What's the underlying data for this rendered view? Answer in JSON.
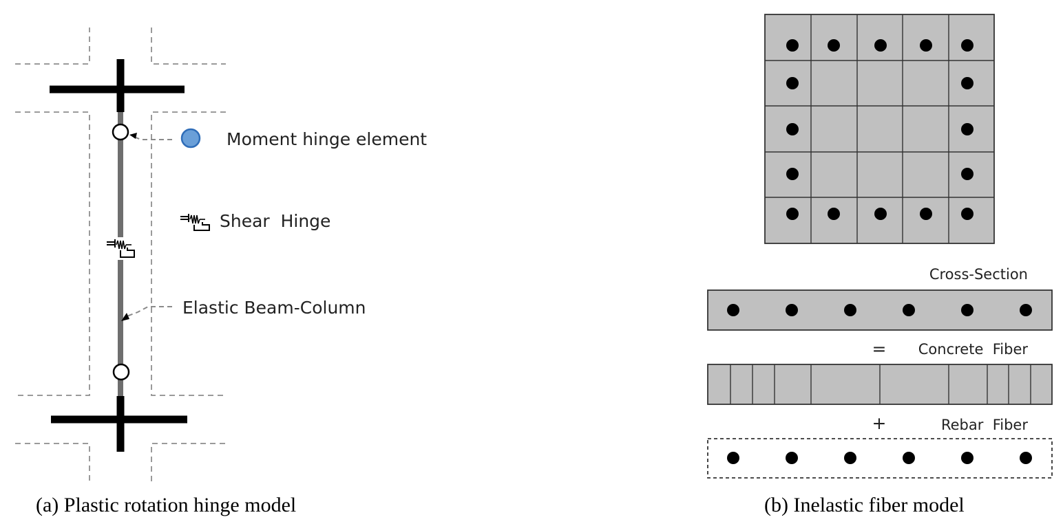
{
  "panel_a": {
    "legend_moment": "Moment hinge element",
    "legend_shear": "Shear  Hinge",
    "label_elastic": "Elastic Beam-Column",
    "caption": "(a) Plastic rotation hinge model",
    "colors": {
      "moment_legend_fill": "#6a9fd8",
      "moment_legend_stroke": "#2f6db8",
      "column": "#6e6e6e"
    }
  },
  "panel_b": {
    "label_cross_section": "Cross-Section",
    "symbol_equals": "=",
    "label_concrete": "Concrete  Fiber",
    "symbol_plus": "+",
    "label_rebar": "Rebar  Fiber",
    "caption": "(b) Inelastic fiber model",
    "colors": {
      "fiber_fill": "#c0c0c0"
    }
  }
}
